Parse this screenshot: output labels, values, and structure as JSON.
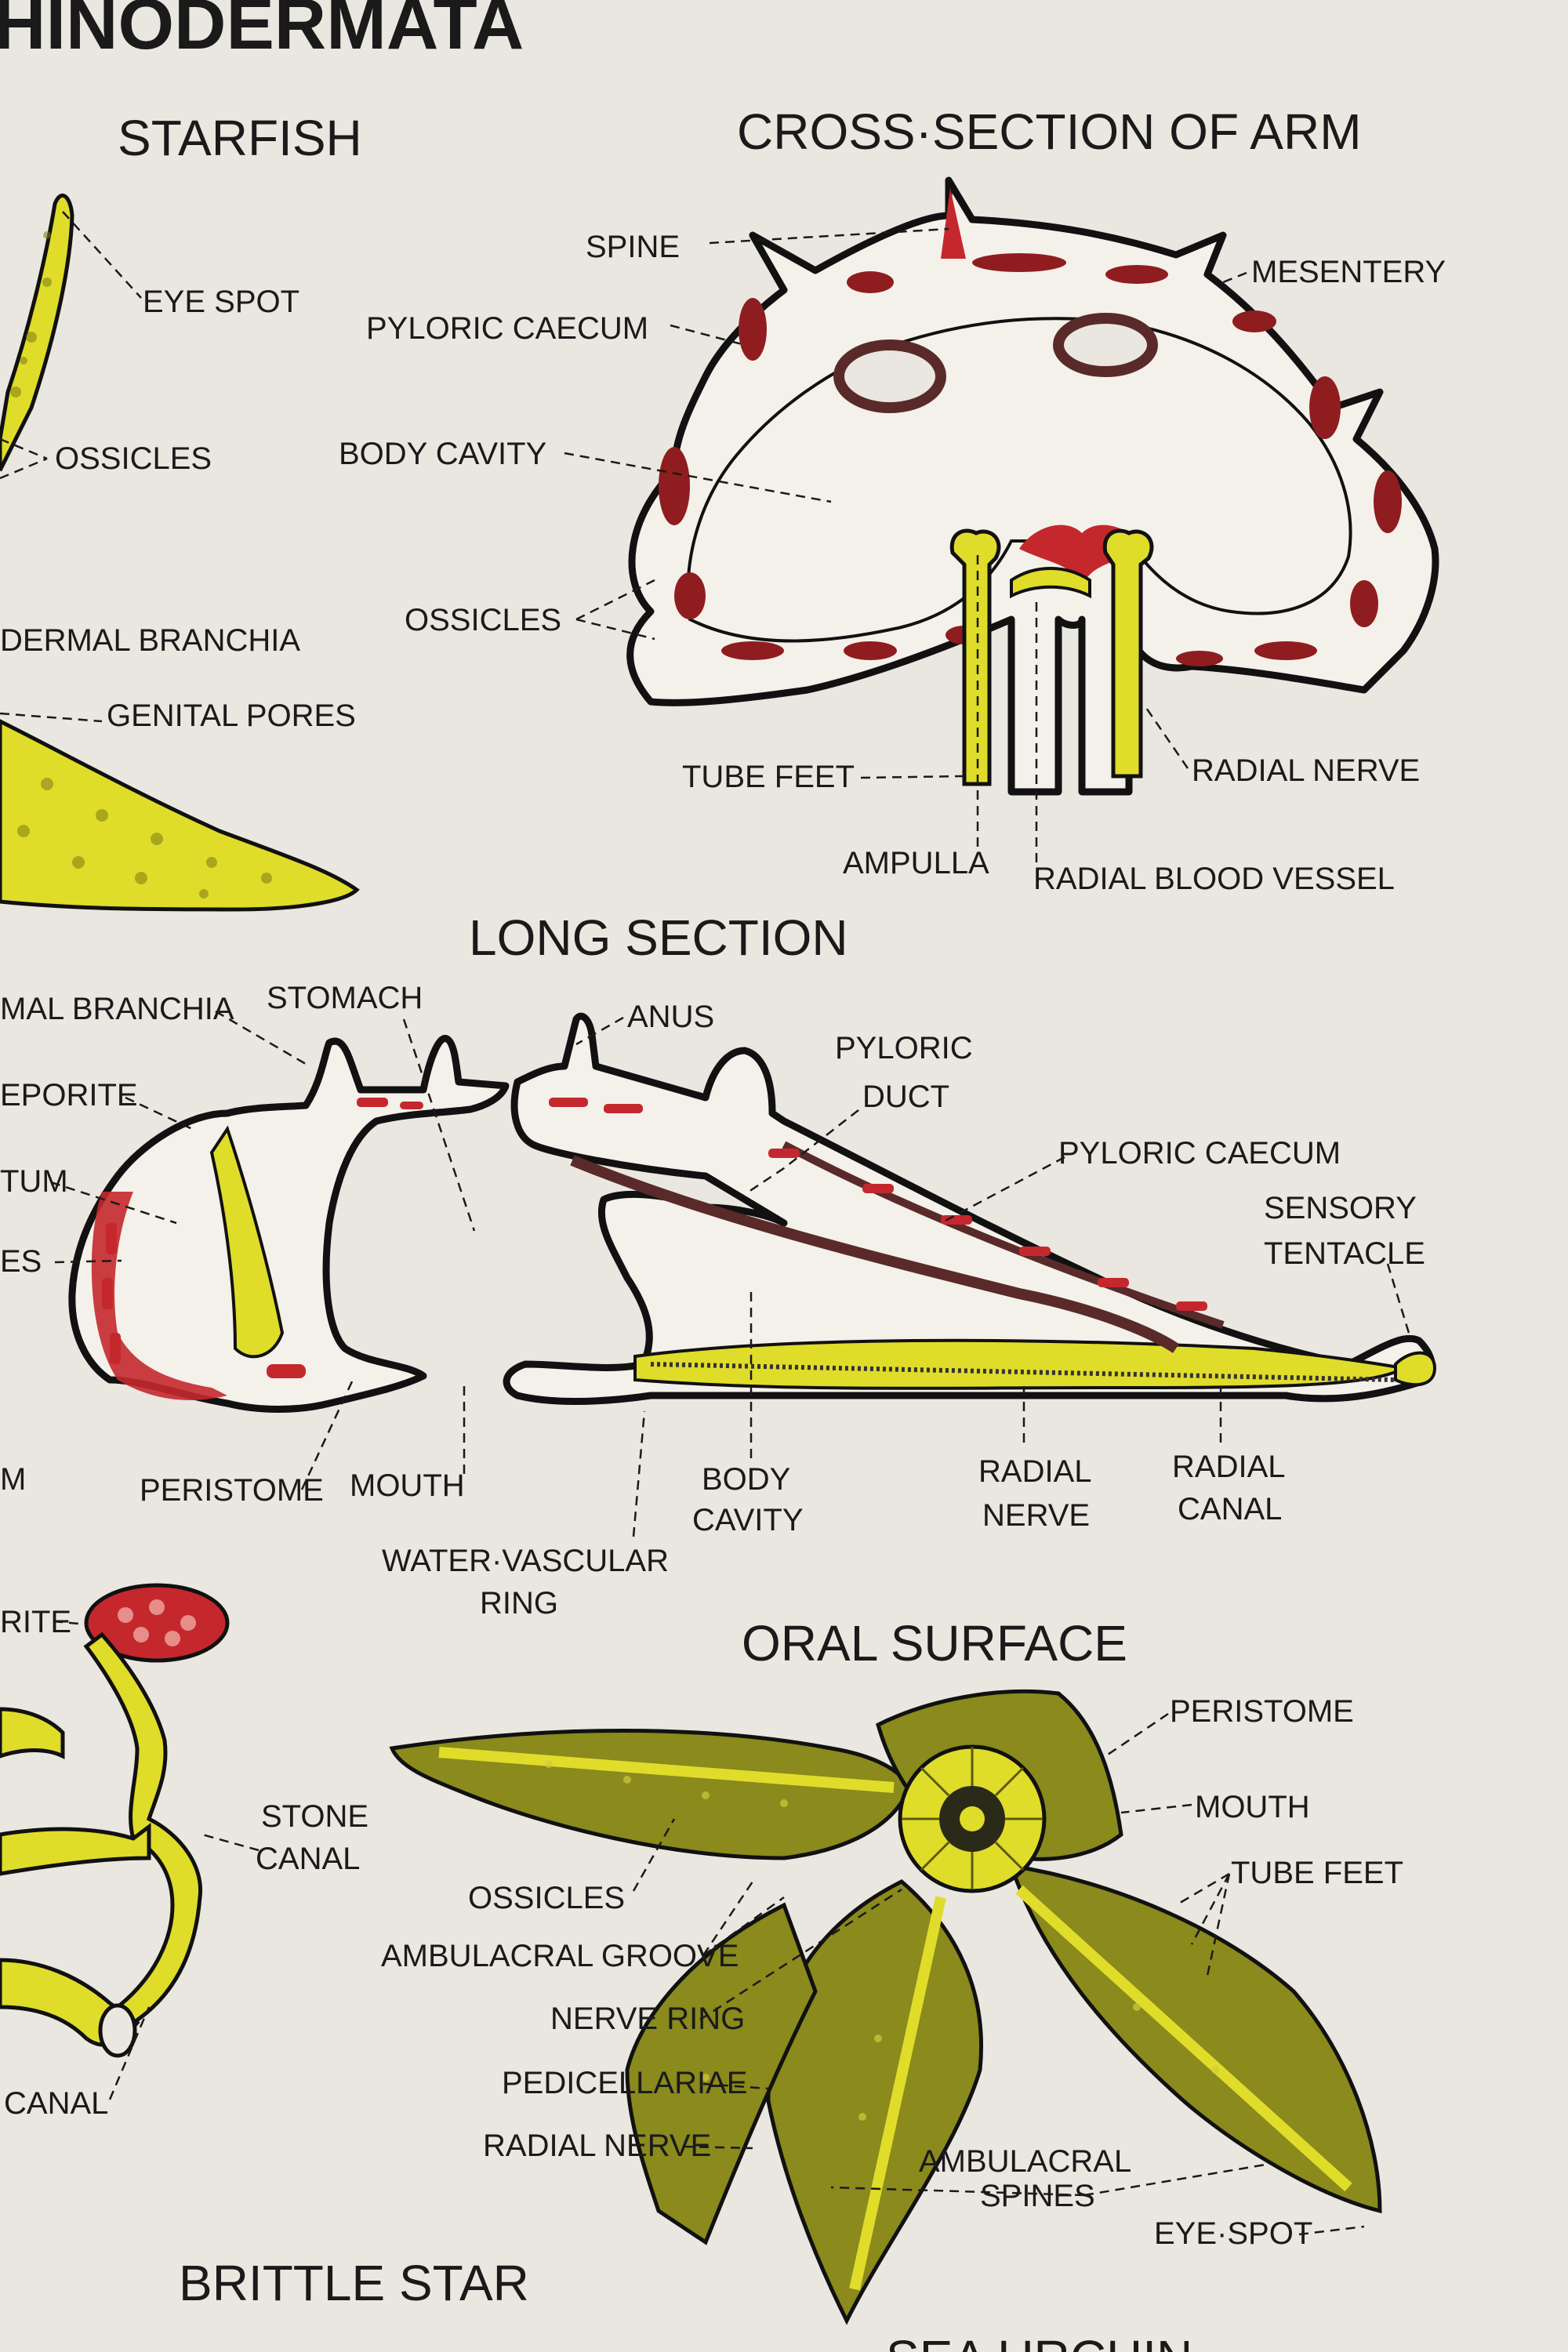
{
  "poster": {
    "title": "HINODERMATA",
    "colors": {
      "background": "#e9e7e0",
      "red": "#c4282d",
      "yellow": "#e0dc2a",
      "olive": "#8a8a1d",
      "ink": "#111111"
    }
  },
  "starfish": {
    "heading": "STARFISH",
    "labels": [
      "EYE SPOT",
      "OSSICLES",
      "DERMAL BRANCHIA",
      "GENITAL PORES"
    ]
  },
  "cross_section": {
    "heading": "CROSS·SECTION OF ARM",
    "labels": {
      "spine": "SPINE",
      "pyloric_caecum": "PYLORIC CAECUM",
      "body_cavity": "BODY CAVITY",
      "ossicles": "OSSICLES",
      "mesentery": "MESENTERY",
      "tube_feet": "TUBE FEET",
      "ampulla": "AMPULLA",
      "radial_blood_vessel": "RADIAL BLOOD VESSEL",
      "radial_nerve": "RADIAL NERVE"
    }
  },
  "long_section": {
    "heading": "LONG SECTION",
    "labels": {
      "dermal_branchia": "MAL BRANCHIA",
      "madreporite": "EPORITE",
      "septum": "TUM",
      "ossicles": "ES",
      "stomach": "STOMACH",
      "anus": "ANUS",
      "pyloric_duct_1": "PYLORIC",
      "pyloric_duct_2": "DUCT",
      "pyloric_caecum": "PYLORIC CAECUM",
      "sensory_tentacle_1": "SENSORY",
      "sensory_tentacle_2": "TENTACLE",
      "peristome": "PERISTOME",
      "mouth": "MOUTH",
      "body_cavity_1": "BODY",
      "body_cavity_2": "CAVITY",
      "radial_nerve_1": "RADIAL",
      "radial_nerve_2": "NERVE",
      "radial_canal_1": "RADIAL",
      "radial_canal_2": "CANAL",
      "water_vascular_ring_1": "WATER·VASCULAR",
      "water_vascular_ring_2": "RING",
      "edge_letter": "M"
    }
  },
  "water_vascular": {
    "labels": {
      "madreporite": "RITE",
      "stone_canal_1": "STONE",
      "stone_canal_2": "CANAL",
      "canal": "CANAL"
    }
  },
  "oral_surface": {
    "heading": "ORAL SURFACE",
    "labels": {
      "peristome": "PERISTOME",
      "mouth": "MOUTH",
      "tube_feet": "TUBE FEET",
      "ossicles": "OSSICLES",
      "ambulacral_groove": "AMBULACRAL GROOVE",
      "nerve_ring": "NERVE RING",
      "pedicellariae": "PEDICELLARIAE",
      "radial_nerve": "RADIAL NERVE",
      "ambulacral_spines_1": "AMBULACRAL",
      "ambulacral_spines_2": "SPINES",
      "eye_spot": "EYE·SPOT"
    }
  },
  "brittle_star": {
    "heading": "BRITTLE STAR"
  },
  "sea_urchin": {
    "heading": "SEA URCHIN"
  }
}
